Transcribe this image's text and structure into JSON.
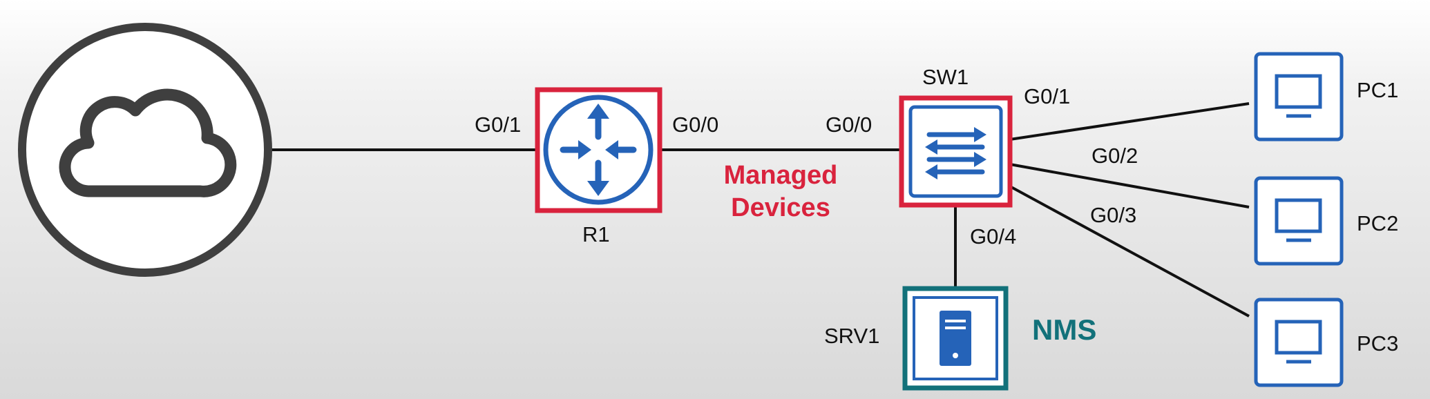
{
  "colors": {
    "highlight_red": "#d9233d",
    "icon_blue": "#2563b8",
    "nms_teal": "#12717a",
    "link_black": "#111111",
    "cloud_gray": "#3f3f3f"
  },
  "icons": {
    "internet": "cloud-icon",
    "router": "router-icon",
    "switch": "switch-icon",
    "server": "server-icon",
    "pc": "monitor-icon"
  },
  "devices": {
    "r1": {
      "label": "R1",
      "if_left": "G0/1",
      "if_right": "G0/0"
    },
    "sw1": {
      "label": "SW1",
      "if_left": "G0/0",
      "if_pc1": "G0/1",
      "if_pc2": "G0/2",
      "if_pc3": "G0/3",
      "if_srv": "G0/4"
    },
    "srv1": {
      "label": "SRV1"
    },
    "pc1": {
      "label": "PC1"
    },
    "pc2": {
      "label": "PC2"
    },
    "pc3": {
      "label": "PC3"
    }
  },
  "annotations": {
    "managed_line1": "Managed",
    "managed_line2": "Devices",
    "nms": "NMS"
  }
}
